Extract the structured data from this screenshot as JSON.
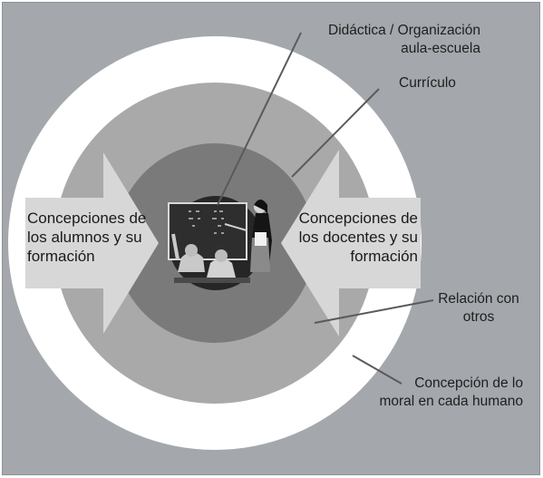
{
  "labels": {
    "didactica": "Didáctica / Organización",
    "aula_escuela": "aula-escuela",
    "curriculo": "Currículo",
    "alumnos": [
      "Concepciones de",
      "los alumnos y su",
      "formación"
    ],
    "docentes": [
      "Concepciones de",
      "los docentes y su",
      "formación"
    ],
    "relacion": [
      "Relación con",
      "otros"
    ],
    "concepcion": [
      "Concepción de lo",
      "moral en cada humano"
    ]
  },
  "colors": {
    "background": "#a4a8ac",
    "outer_ring": "#ffffff",
    "mid_ring": "#a9a9a9",
    "inner_ring": "#7a7a7a",
    "arrow": "#d7d7d7",
    "center": "#262626",
    "leader_line": "#5a5a5a"
  }
}
